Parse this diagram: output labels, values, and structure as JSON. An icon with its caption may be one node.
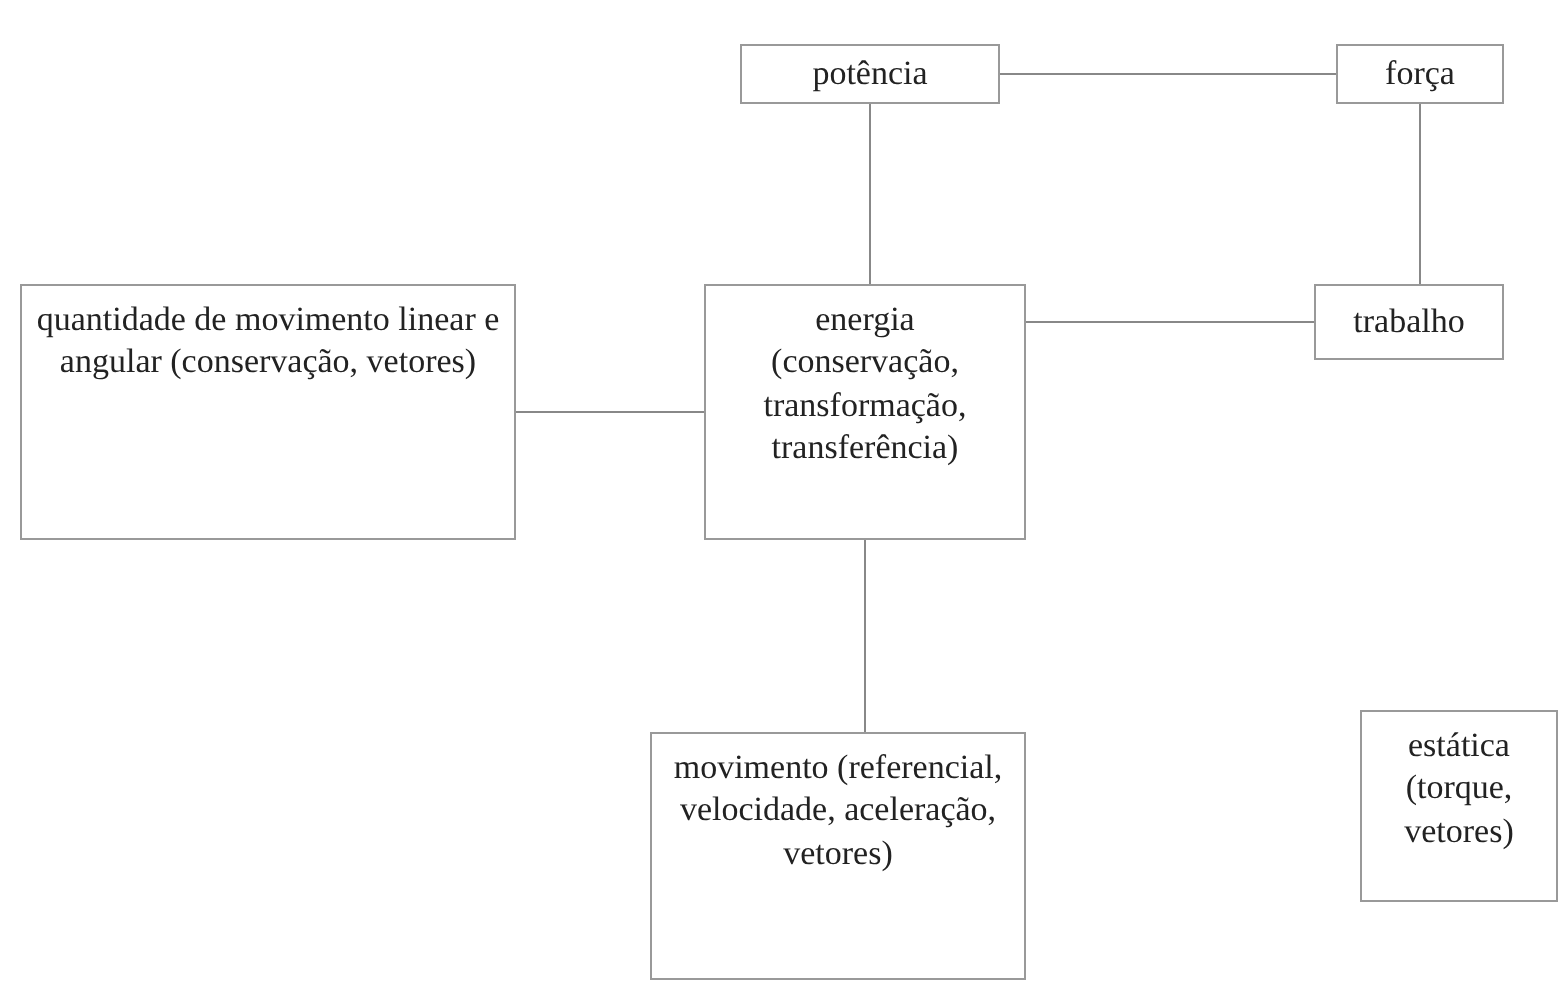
{
  "diagram": {
    "nodes": [
      {
        "text": [
          "potência"
        ]
      },
      {
        "text": [
          "força"
        ]
      },
      {
        "text": [
          "quantidade de movimento linear e angular (conservação, vetores)"
        ]
      },
      {
        "text": [
          "energia (conservação, transformação, transferência)"
        ]
      },
      {
        "text": [
          "trabalho"
        ]
      },
      {
        "text": [
          "movimento (referencial, velocidade, aceleração, vetores)"
        ]
      },
      {
        "text": [
          "estática (torque, vetores)"
        ]
      }
    ],
    "edges": [
      {
        "from": 0,
        "to": 1,
        "arrow": "none"
      },
      {
        "from": 1,
        "to": 4,
        "arrow": "none"
      },
      {
        "from": 0,
        "to": 3,
        "arrow": "none"
      },
      {
        "from": 2,
        "to": 3,
        "arrow": "none"
      },
      {
        "from": 3,
        "to": 4,
        "arrow": "none"
      },
      {
        "from": 3,
        "to": 5,
        "arrow": "none"
      }
    ]
  }
}
